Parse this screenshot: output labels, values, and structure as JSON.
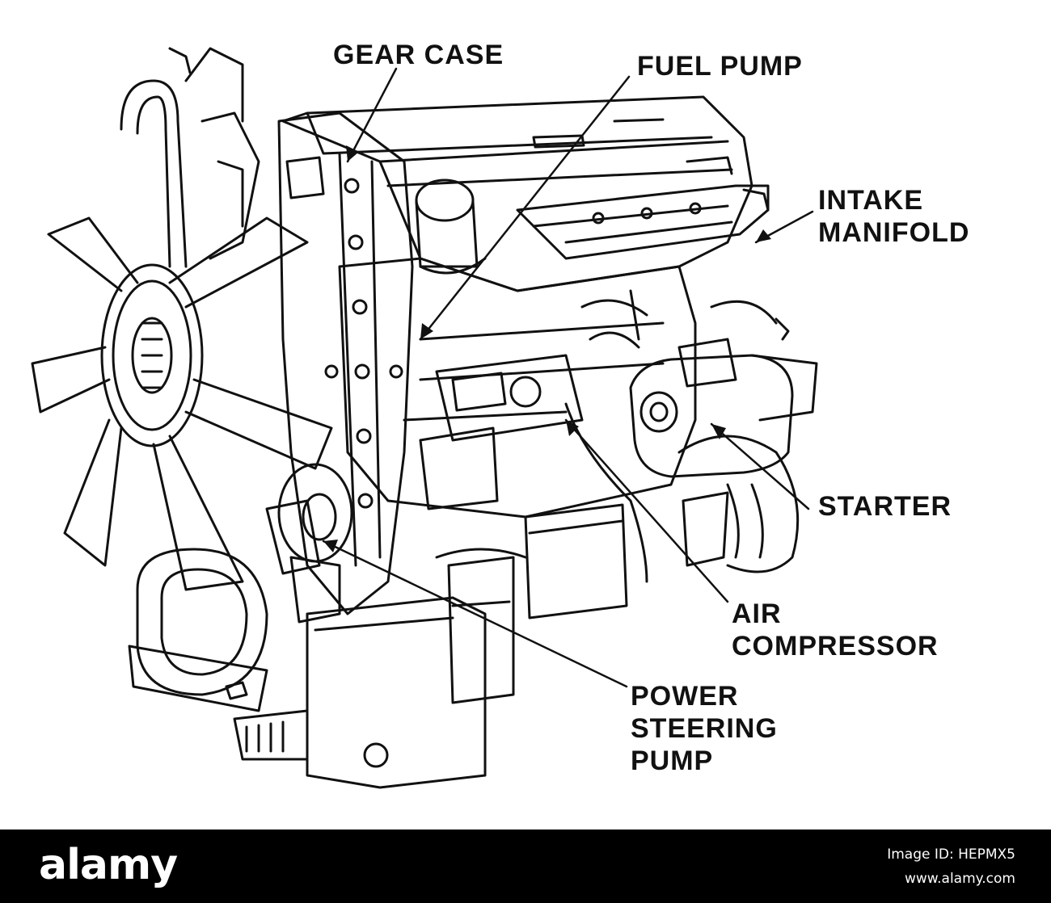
{
  "diagram": {
    "labels": {
      "gear_case": [
        "GEAR CASE"
      ],
      "fuel_pump": [
        "FUEL PUMP"
      ],
      "intake_manifold": [
        "INTAKE",
        "MANIFOLD"
      ],
      "starter": [
        "STARTER"
      ],
      "air_compressor": [
        "AIR",
        "COMPRESSOR"
      ],
      "power_steering_pump": [
        "POWER",
        "STEERING",
        "PUMP"
      ]
    },
    "colors": {
      "line": "#111111",
      "background": "#ffffff"
    }
  },
  "footer": {
    "logo": "alamy",
    "image_id": "Image ID: HEPMX5",
    "site": "www.alamy.com",
    "background": "#000000"
  }
}
